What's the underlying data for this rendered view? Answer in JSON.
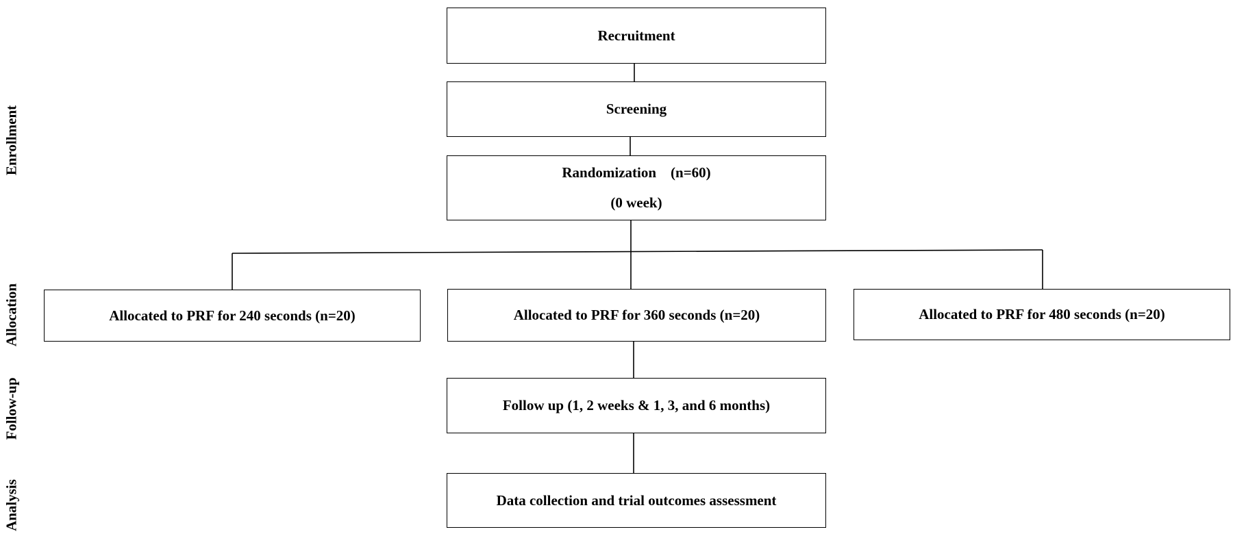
{
  "stages": {
    "enrollment": "Enrollment",
    "allocation": "Allocation",
    "follow_up": "Follow-up",
    "analysis": "Analysis"
  },
  "boxes": {
    "recruitment": "Recruitment",
    "screening": "Screening",
    "randomization": {
      "line1": "Randomization    (n=60)",
      "line2": "(0 week)"
    },
    "arm_240": "Allocated to PRF for 240 seconds (n=20)",
    "arm_360": "Allocated to PRF for 360 seconds (n=20)",
    "arm_480": "Allocated to PRF for 480 seconds (n=20)",
    "follow_up": "Follow up (1, 2 weeks & 1, 3, and 6 months)",
    "analysis": "Data collection and trial outcomes assessment"
  }
}
